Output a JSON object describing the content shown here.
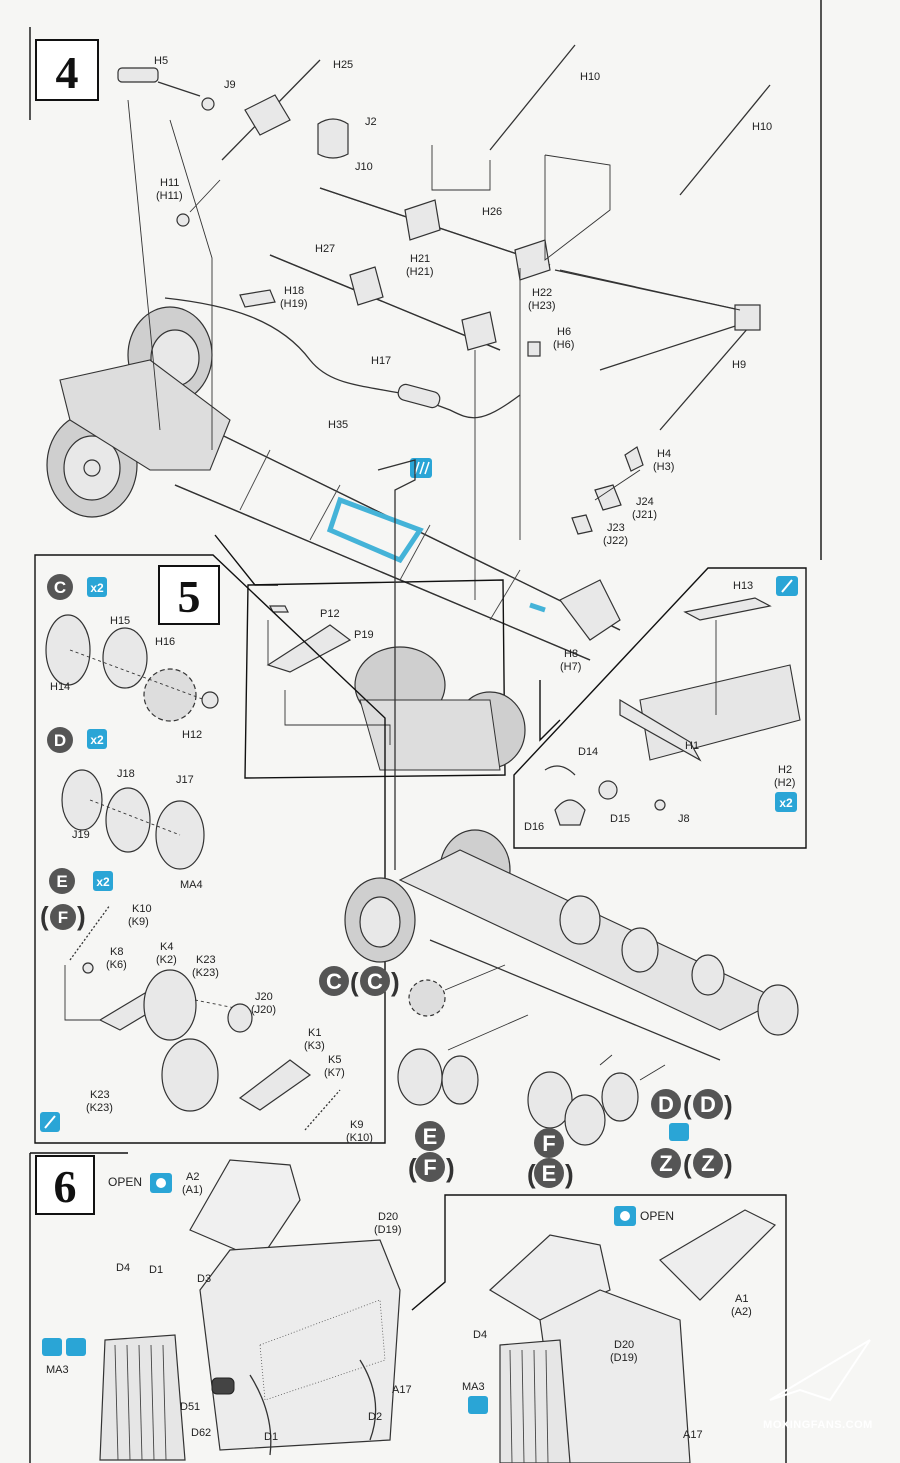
{
  "steps": {
    "s4": "4",
    "s5": "5",
    "s6": "6"
  },
  "step4": {
    "labels": {
      "H5": "H5",
      "H25": "H25",
      "J9": "J9",
      "J2": "J2",
      "J10": "J10",
      "H11": "H11",
      "H11p": "(H11)",
      "H10a": "H10",
      "H10b": "H10",
      "H26": "H26",
      "H21": "H21",
      "H21p": "(H21)",
      "H27": "H27",
      "H22": "H22",
      "H23p": "(H23)",
      "H18": "H18",
      "H19p": "(H19)",
      "H6": "H6",
      "H6p": "(H6)",
      "H17": "H17",
      "H9": "H9",
      "H35": "H35",
      "H4": "H4",
      "H3p": "(H3)",
      "J24": "J24",
      "J21p": "(J21)",
      "J23": "J23",
      "J22p": "(J22)",
      "H8": "H8",
      "H7p": "(H7)"
    },
    "inset": {
      "P12": "P12",
      "P19": "P19"
    },
    "bumper": {
      "H13": "H13",
      "H1": "H1",
      "H2": "H2",
      "H2p": "(H2)",
      "D14": "D14",
      "D15": "D15",
      "D16": "D16",
      "J8": "J8",
      "x2": "x2"
    }
  },
  "step5": {
    "C": {
      "letter": "C",
      "mult": "x2",
      "H15": "H15",
      "H16": "H16",
      "H14": "H14",
      "H12": "H12"
    },
    "D": {
      "letter": "D",
      "mult": "x2",
      "J18": "J18",
      "J17": "J17",
      "J19": "J19",
      "MA4": "MA4"
    },
    "E": {
      "letter": "E",
      "alt": "F",
      "mult": "x2",
      "K10": "K10",
      "K9p": "(K9)",
      "K8": "K8",
      "K6p": "(K6)",
      "K4": "K4",
      "K2p": "(K2)",
      "K23": "K23",
      "K23p": "(K23)",
      "J20": "J20",
      "J20p": "(J20)",
      "K1": "K1",
      "K3p": "(K3)",
      "K5": "K5",
      "K7p": "(K7)",
      "K23b": "K23",
      "K23bp": "(K23)",
      "K9": "K9",
      "K10p": "(K10)"
    },
    "callouts": {
      "C1": "C",
      "C2": "C",
      "D1": "D",
      "D2": "D",
      "Z1": "Z",
      "Z2": "Z",
      "E1": "E",
      "F1": "F",
      "F2": "F",
      "E2": "E"
    }
  },
  "step6": {
    "open1": "OPEN",
    "open2": "OPEN",
    "labels": {
      "A2": "A2",
      "A1p": "(A1)",
      "D20": "D20",
      "D19p": "(D19)",
      "D4": "D4",
      "D1": "D1",
      "D3": "D3",
      "MA3": "MA3",
      "A17": "A17",
      "D51": "D51",
      "D2": "D2",
      "D62": "D62",
      "D1b": "D1"
    },
    "right": {
      "A1": "A1",
      "A2p": "(A2)",
      "D4": "D4",
      "D20": "D20",
      "D19p": "(D19)",
      "MA3": "MA3",
      "A17": "A17"
    }
  },
  "watermark": "MOXINGFANS.COM",
  "colors": {
    "accent": "#2aa5d6",
    "ink": "#222222",
    "paper": "#f6f6f4",
    "callout": "#555555"
  }
}
